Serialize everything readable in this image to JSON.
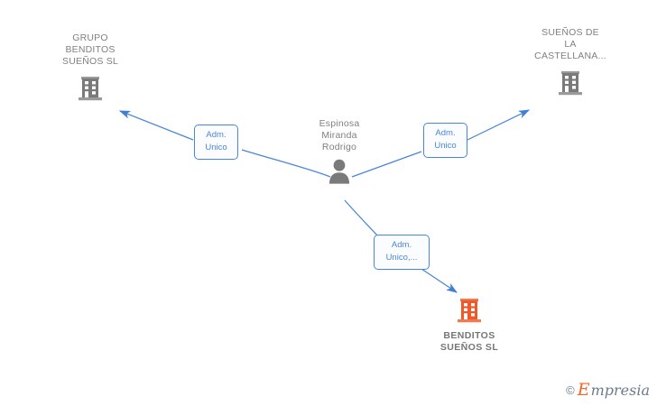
{
  "graph": {
    "background": "#ffffff",
    "edge_color": "#4a86d8",
    "node_gray": "#7a7a7a",
    "node_highlight": "#f2572a",
    "label_gray": "#808080",
    "nodes": [
      {
        "id": "grupo-benditos-suenos-sl",
        "type": "company",
        "icon": "building-icon",
        "color": "#7a7a7a",
        "label": "GRUPO\nBENDITOS\nSUEÑOS  SL",
        "highlighted": false,
        "label_position": "above"
      },
      {
        "id": "suenos-de-la-castellana",
        "type": "company",
        "icon": "building-icon",
        "color": "#7a7a7a",
        "label": "SUEÑOS DE\nLA\nCASTELLANA...",
        "highlighted": false,
        "label_position": "above"
      },
      {
        "id": "espinosa-miranda-rodrigo",
        "type": "person",
        "icon": "person-icon",
        "color": "#7a7a7a",
        "label": "Espinosa\nMiranda\nRodrigo",
        "highlighted": false,
        "label_position": "above"
      },
      {
        "id": "benditos-suenos-sl",
        "type": "company",
        "icon": "building-icon",
        "color": "#f2572a",
        "label": "BENDITOS\nSUEÑOS  SL",
        "highlighted": true,
        "label_position": "below"
      }
    ],
    "edges": [
      {
        "id": "edge-to-grupo",
        "from": "espinosa-miranda-rodrigo",
        "to": "grupo-benditos-suenos-sl",
        "label": "Adm.\nUnico",
        "direction": "to-target"
      },
      {
        "id": "edge-to-castellana",
        "from": "espinosa-miranda-rodrigo",
        "to": "suenos-de-la-castellana",
        "label": "Adm.\nUnico",
        "direction": "to-target"
      },
      {
        "id": "edge-to-benditos",
        "from": "espinosa-miranda-rodrigo",
        "to": "benditos-suenos-sl",
        "label": "Adm.\nUnico,...",
        "direction": "to-target"
      }
    ]
  },
  "watermark": {
    "copyright": "©",
    "brand_initial": "E",
    "brand_rest": "mpresia"
  }
}
